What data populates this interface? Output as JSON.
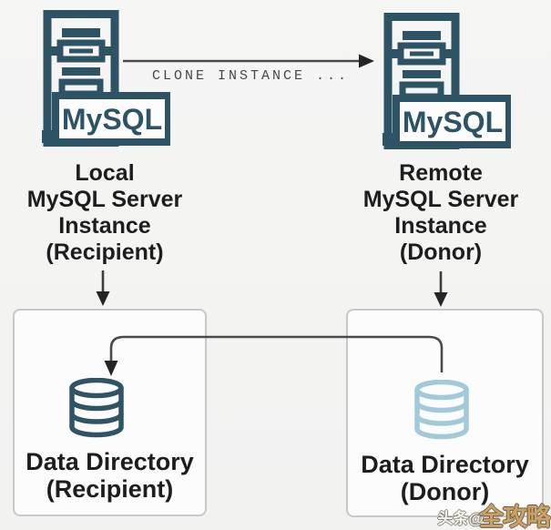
{
  "colors": {
    "background": "#f3f3f2",
    "server_icon": "#2d5365",
    "database_dark": "#2e5466",
    "database_light": "#a2c9da",
    "label_text": "#1d1d1d",
    "arrow_line": "#4a4a4a",
    "box_background": "#fcfcfc",
    "box_border": "#c8c8c8",
    "watermark_gold": "#c9a26b"
  },
  "clone_arrow": {
    "label": "CLONE INSTANCE ..."
  },
  "local_server": {
    "logo": "MySQL",
    "caption_lines": [
      "Local",
      "MySQL Server",
      "Instance",
      "(Recipient)"
    ]
  },
  "remote_server": {
    "logo": "MySQL",
    "caption_lines": [
      "Remote",
      "MySQL Server",
      "Instance",
      "(Donor)"
    ]
  },
  "recipient_directory": {
    "line1": "Data Directory",
    "line2": "(Recipient)"
  },
  "donor_directory": {
    "line1": "Data Directory",
    "line2": "(Donor)"
  },
  "watermark": {
    "prefix": "头条@",
    "suffix": "全攻略"
  }
}
